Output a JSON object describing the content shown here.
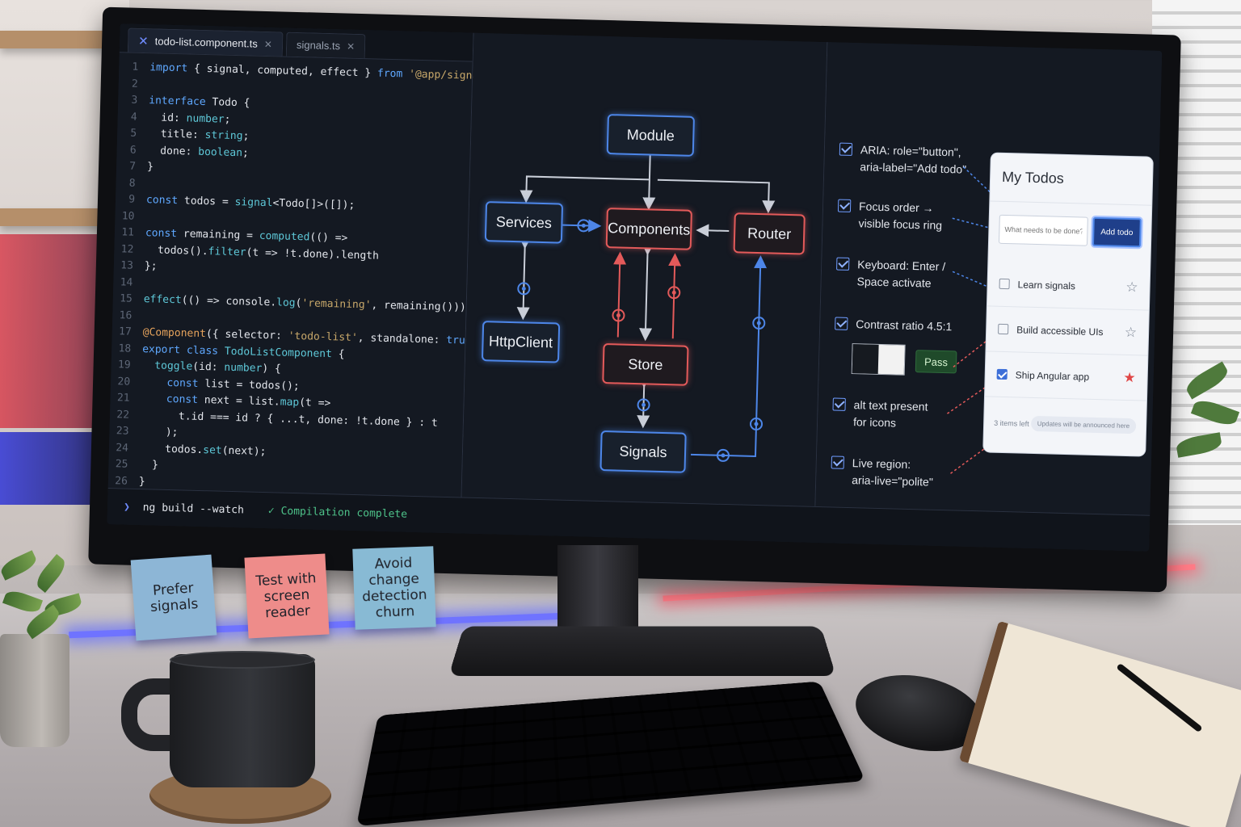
{
  "editor": {
    "tabs": [
      {
        "label": "todo-list.component.ts",
        "active": true
      },
      {
        "label": "signals.ts",
        "active": false
      }
    ],
    "lines": [
      [
        {
          "t": "k",
          "v": "import"
        },
        {
          "t": "p",
          "v": " { signal, computed, effect } "
        },
        {
          "t": "k",
          "v": "from"
        },
        {
          "t": "s",
          "v": " '@app/signals'"
        },
        {
          "t": "p",
          "v": ";"
        }
      ],
      [],
      [
        {
          "t": "k",
          "v": "interface"
        },
        {
          "t": "p",
          "v": " Todo {"
        }
      ],
      [
        {
          "t": "p",
          "v": "  id: "
        },
        {
          "t": "t",
          "v": "number"
        },
        {
          "t": "p",
          "v": ";"
        }
      ],
      [
        {
          "t": "p",
          "v": "  title: "
        },
        {
          "t": "t",
          "v": "string"
        },
        {
          "t": "p",
          "v": ";"
        }
      ],
      [
        {
          "t": "p",
          "v": "  done: "
        },
        {
          "t": "t",
          "v": "boolean"
        },
        {
          "t": "p",
          "v": ";"
        }
      ],
      [
        {
          "t": "p",
          "v": "}"
        }
      ],
      [],
      [
        {
          "t": "k",
          "v": "const"
        },
        {
          "t": "p",
          "v": " todos = "
        },
        {
          "t": "t",
          "v": "signal"
        },
        {
          "t": "p",
          "v": "<Todo[]>([]);"
        }
      ],
      [],
      [
        {
          "t": "k",
          "v": "const"
        },
        {
          "t": "p",
          "v": " remaining = "
        },
        {
          "t": "t",
          "v": "computed"
        },
        {
          "t": "p",
          "v": "(() =>"
        }
      ],
      [
        {
          "t": "p",
          "v": "  todos()."
        },
        {
          "t": "t",
          "v": "filter"
        },
        {
          "t": "p",
          "v": "(t => !t.done).length"
        }
      ],
      [
        {
          "t": "p",
          "v": "};"
        }
      ],
      [],
      [
        {
          "t": "t",
          "v": "effect"
        },
        {
          "t": "p",
          "v": "(() => console."
        },
        {
          "t": "t",
          "v": "log"
        },
        {
          "t": "p",
          "v": "("
        },
        {
          "t": "s",
          "v": "'remaining'"
        },
        {
          "t": "p",
          "v": ", remaining()));"
        }
      ],
      [],
      [
        {
          "t": "d",
          "v": "@Component"
        },
        {
          "t": "p",
          "v": "({ selector: "
        },
        {
          "t": "s",
          "v": "'todo-list'"
        },
        {
          "t": "p",
          "v": ", standalone: "
        },
        {
          "t": "k",
          "v": "true"
        },
        {
          "t": "p",
          "v": " })"
        }
      ],
      [
        {
          "t": "k",
          "v": "export class"
        },
        {
          "t": "t",
          "v": " TodoListComponent"
        },
        {
          "t": "p",
          "v": " {"
        }
      ],
      [
        {
          "t": "p",
          "v": "  "
        },
        {
          "t": "t",
          "v": "toggle"
        },
        {
          "t": "p",
          "v": "(id: "
        },
        {
          "t": "t",
          "v": "number"
        },
        {
          "t": "p",
          "v": ") {"
        }
      ],
      [
        {
          "t": "p",
          "v": "    "
        },
        {
          "t": "k",
          "v": "const"
        },
        {
          "t": "p",
          "v": " list = todos();"
        }
      ],
      [
        {
          "t": "p",
          "v": "    "
        },
        {
          "t": "k",
          "v": "const"
        },
        {
          "t": "p",
          "v": " next = list."
        },
        {
          "t": "t",
          "v": "map"
        },
        {
          "t": "p",
          "v": "(t =>"
        }
      ],
      [
        {
          "t": "p",
          "v": "      t.id === id ? { ...t, done: !t.done } : t"
        }
      ],
      [
        {
          "t": "p",
          "v": "    );"
        }
      ],
      [
        {
          "t": "p",
          "v": "    todos."
        },
        {
          "t": "t",
          "v": "set"
        },
        {
          "t": "p",
          "v": "(next);"
        }
      ],
      [
        {
          "t": "p",
          "v": "  }"
        }
      ],
      [
        {
          "t": "p",
          "v": "}"
        }
      ]
    ]
  },
  "terminal": {
    "command": "ng build --watch",
    "status": "Compilation complete"
  },
  "diagram": {
    "nodes": {
      "module": "Module",
      "services": "Services",
      "components": "Components",
      "router": "Router",
      "httpclient": "HttpClient",
      "store": "Store",
      "signals": "Signals"
    }
  },
  "checklist": [
    {
      "label": "ARIA: role=\"button\",\naria-label=\"Add todo\"",
      "checked": true
    },
    {
      "label": "Focus order →\nvisible focus ring",
      "checked": true
    },
    {
      "label": "Keyboard: Enter /\nSpace activate",
      "checked": true
    },
    {
      "label": "Contrast ratio 4.5:1",
      "checked": true
    },
    {
      "label": "alt text present\nfor icons",
      "checked": true
    },
    {
      "label": "Live region:\naria-live=\"polite\"",
      "checked": true
    }
  ],
  "contrast_badge": "Pass",
  "todo_app": {
    "title": "My Todos",
    "input_placeholder": "What needs to be done?",
    "add_button": "Add todo",
    "items": [
      {
        "label": "Learn signals",
        "done": false,
        "starred": false
      },
      {
        "label": "Build accessible UIs",
        "done": false,
        "starred": false
      },
      {
        "label": "Ship Angular app",
        "done": true,
        "starred": true
      }
    ],
    "items_left": "3 items left",
    "live_region": "Updates will be announced here"
  },
  "sticky_notes": [
    "Prefer\nsignals",
    "Test with\nscreen\nreader",
    "Avoid\nchange\ndetection\nchurn"
  ],
  "colors": {
    "accent_blue": "#4d86e8",
    "accent_red": "#e35a5a",
    "success": "#4ec38a"
  }
}
